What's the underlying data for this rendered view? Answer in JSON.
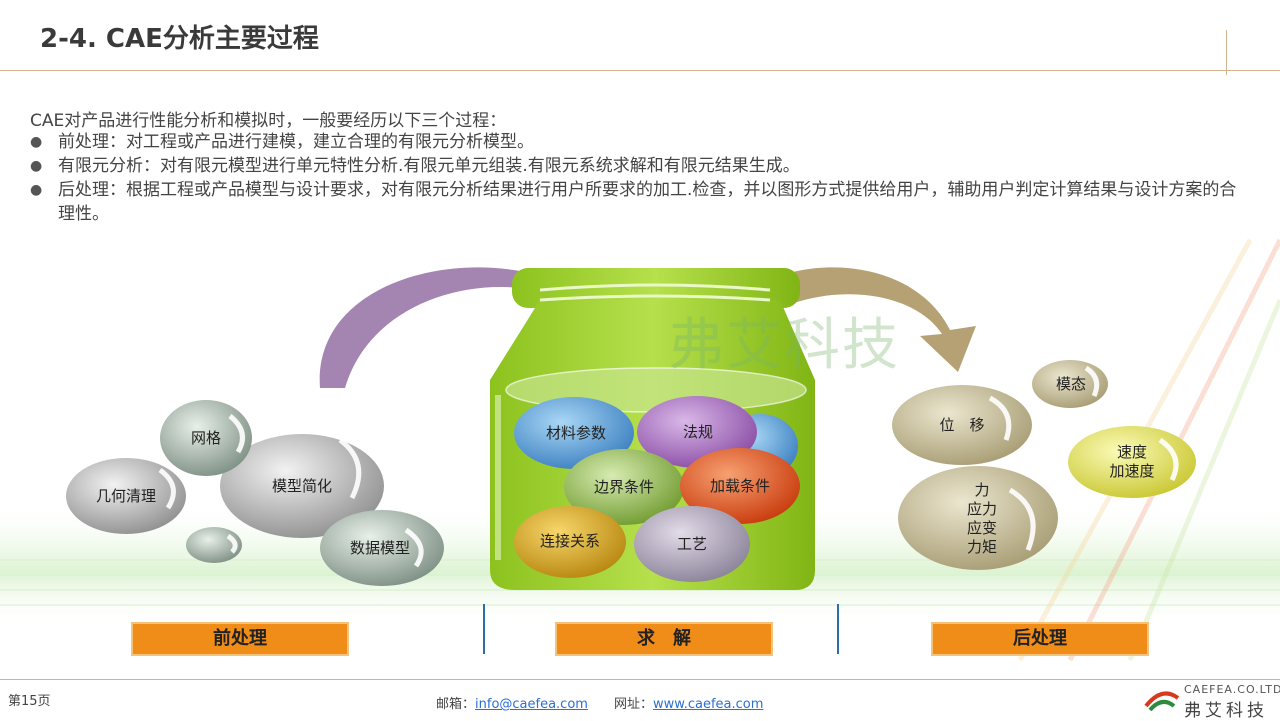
{
  "header": {
    "title": "2-4. CAE分析主要过程"
  },
  "intro": "CAE对产品进行性能分析和模拟时，一般要经历以下三个过程：",
  "bullets": [
    "前处理：对工程或产品进行建模，建立合理的有限元分析模型。",
    "有限元分析：对有限元模型进行单元特性分析.有限元单元组装.有限元系统求解和有限元结果生成。",
    "后处理：根据工程或产品模型与设计要求，对有限元分析结果进行用户所要求的加工.检查，并以图形方式提供给用户，辅助用户判定计算结果与设计方案的合理性。"
  ],
  "watermark": "弗艾科技",
  "preprocess_items": {
    "mesh": "网格",
    "geometry_cleanup": "几何清理",
    "model_simplify": "模型简化",
    "data_model": "数据模型"
  },
  "solve_items": {
    "material": "材料参数",
    "law": "法规",
    "boundary": "边界条件",
    "load": "加载条件",
    "contact": "连接关系",
    "process": "工艺"
  },
  "post_items": {
    "modal": "模态",
    "displacement": "位　移",
    "velocity": "速度\n加速度",
    "force": "力\n应力\n应变\n力矩"
  },
  "stages": {
    "pre": "前处理",
    "solve": "求　解",
    "post": "后处理"
  },
  "footer": {
    "page": "第15页",
    "email_label": "邮箱：",
    "email": "info@caefea.com",
    "web_label": "网址：",
    "web": "www.caefea.com",
    "company_en": "CAEFEA.CO.LTD",
    "company_cn": "弗艾科技"
  },
  "colors": {
    "accent": "#f08c18",
    "jar": "#8cc21e",
    "arrow_left": "#9a78a8",
    "arrow_right": "#a8915a"
  }
}
